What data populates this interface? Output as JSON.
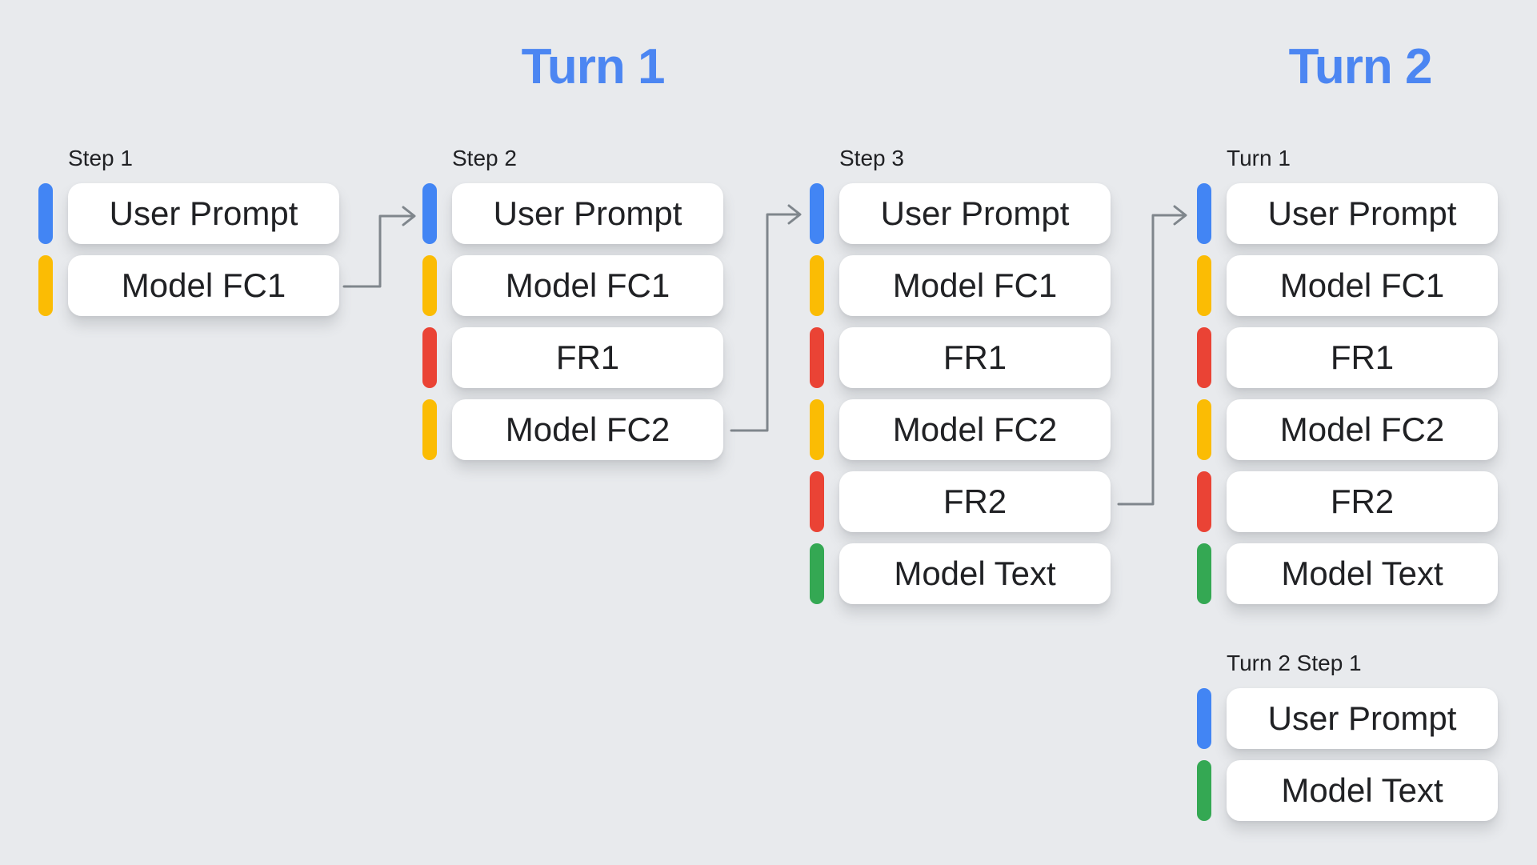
{
  "background": "#e8eaed",
  "colors": {
    "blue": "#4285f4",
    "yellow": "#fbbc04",
    "red": "#ea4335",
    "green": "#34a853",
    "title_blue": "#4c86f2",
    "arrow_gray": "#7f868c",
    "text": "#202124",
    "bg": "#e8eaed"
  },
  "titles": [
    {
      "label": "Turn 1"
    },
    {
      "label": "Turn 2"
    }
  ],
  "columns": [
    {
      "label": "Step 1",
      "blocks": [
        {
          "text": "User Prompt",
          "type": "user-prompt",
          "bar_color": "blue"
        },
        {
          "text": "Model FC1",
          "type": "model-function-call",
          "bar_color": "yellow"
        }
      ]
    },
    {
      "label": "Step 2",
      "blocks": [
        {
          "text": "User Prompt",
          "type": "user-prompt",
          "bar_color": "blue"
        },
        {
          "text": "Model FC1",
          "type": "model-function-call",
          "bar_color": "yellow"
        },
        {
          "text": "FR1",
          "type": "function-response",
          "bar_color": "red"
        },
        {
          "text": "Model FC2",
          "type": "model-function-call",
          "bar_color": "yellow"
        }
      ]
    },
    {
      "label": "Step 3",
      "blocks": [
        {
          "text": "User Prompt",
          "type": "user-prompt",
          "bar_color": "blue"
        },
        {
          "text": "Model FC1",
          "type": "model-function-call",
          "bar_color": "yellow"
        },
        {
          "text": "FR1",
          "type": "function-response",
          "bar_color": "red"
        },
        {
          "text": "Model FC2",
          "type": "model-function-call",
          "bar_color": "yellow"
        },
        {
          "text": "FR2",
          "type": "function-response",
          "bar_color": "red"
        },
        {
          "text": "Model Text",
          "type": "model-text",
          "bar_color": "green"
        }
      ]
    },
    {
      "label": "Turn 1",
      "blocks": [
        {
          "text": "User Prompt",
          "type": "user-prompt",
          "bar_color": "blue"
        },
        {
          "text": "Model FC1",
          "type": "model-function-call",
          "bar_color": "yellow"
        },
        {
          "text": "FR1",
          "type": "function-response",
          "bar_color": "red"
        },
        {
          "text": "Model FC2",
          "type": "model-function-call",
          "bar_color": "yellow"
        },
        {
          "text": "FR2",
          "type": "function-response",
          "bar_color": "red"
        },
        {
          "text": "Model Text",
          "type": "model-text",
          "bar_color": "green"
        }
      ]
    },
    {
      "label": "Turn 2 Step 1",
      "blocks": [
        {
          "text": "User Prompt",
          "type": "user-prompt",
          "bar_color": "blue"
        },
        {
          "text": "Model Text",
          "type": "model-text",
          "bar_color": "green"
        }
      ]
    }
  ],
  "arrows": [
    {
      "from": "Step 1 / Model FC1",
      "to": "Step 2 / User Prompt"
    },
    {
      "from": "Step 2 / Model FC2",
      "to": "Step 3 / User Prompt"
    },
    {
      "from": "Step 3 / FR2",
      "to": "Turn 1 / User Prompt"
    }
  ]
}
